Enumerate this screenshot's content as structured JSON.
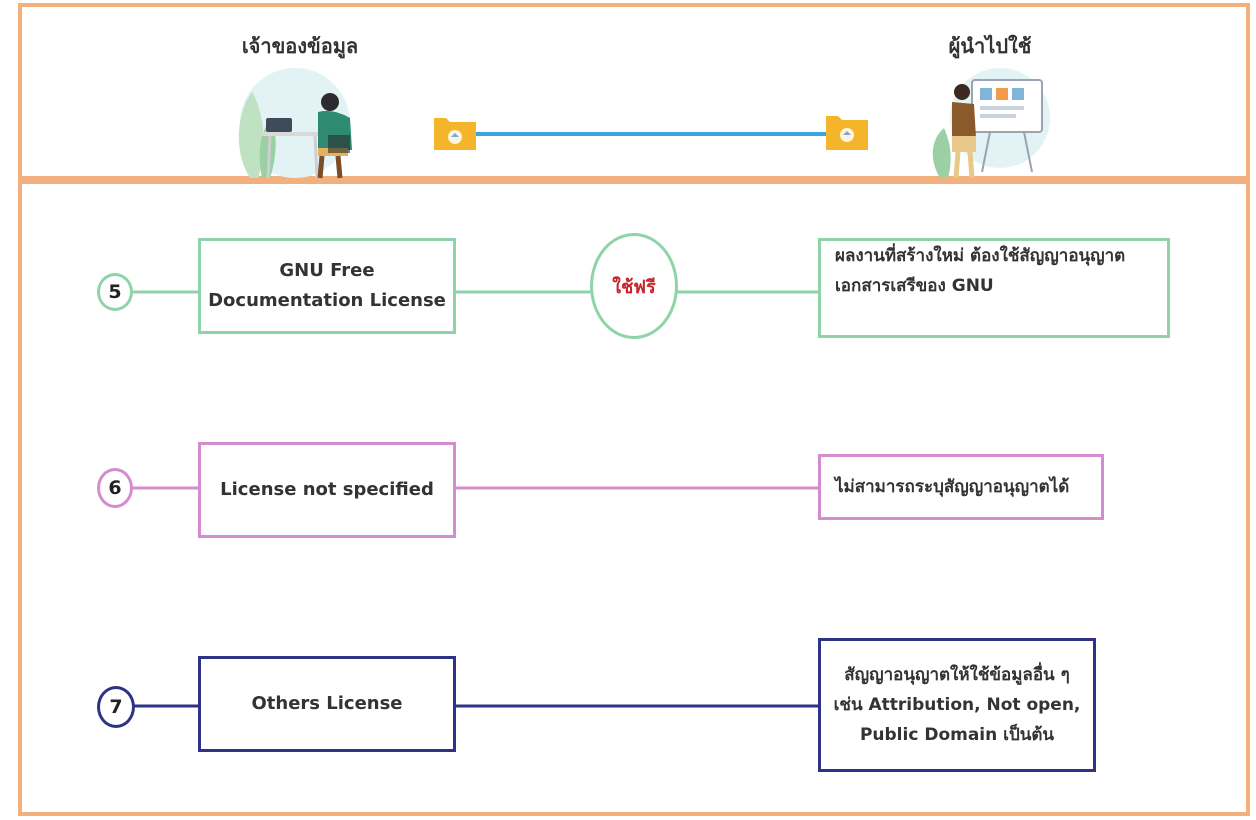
{
  "header": {
    "owner_label": "เจ้าของข้อมูล",
    "user_label": "ผู้นำไปใช้"
  },
  "colors": {
    "frame": "#f2b07e",
    "green": "#8fd4a8",
    "pink": "#d58ccf",
    "navy": "#2e3385",
    "connector": "#3aa6e0",
    "folder": "#f4b52a",
    "free_text": "#c8252b"
  },
  "icons": {
    "owner": "person-at-laptop-illustration",
    "user": "presenter-with-board-illustration",
    "folder": "folder-icon"
  },
  "licenses": [
    {
      "number": "5",
      "name_lines": [
        "GNU Free",
        "Documentation License"
      ],
      "badge": "ใช้ฟรี",
      "desc_lines": [
        "ผลงานที่สร้างใหม่ ต้องใช้สัญญาอนุญาต",
        "เอกสารเสรีของ GNU"
      ]
    },
    {
      "number": "6",
      "name_lines": [
        "License not specified"
      ],
      "desc_lines": [
        "ไม่สามารถระบุสัญญาอนุญาตได้"
      ]
    },
    {
      "number": "7",
      "name_lines": [
        "Others License"
      ],
      "desc_lines": [
        "สัญญาอนุญาตให้ใช้ข้อมูลอื่น ๆ",
        "เช่น Attribution, Not open,",
        "Public Domain เป็นต้น"
      ]
    }
  ]
}
